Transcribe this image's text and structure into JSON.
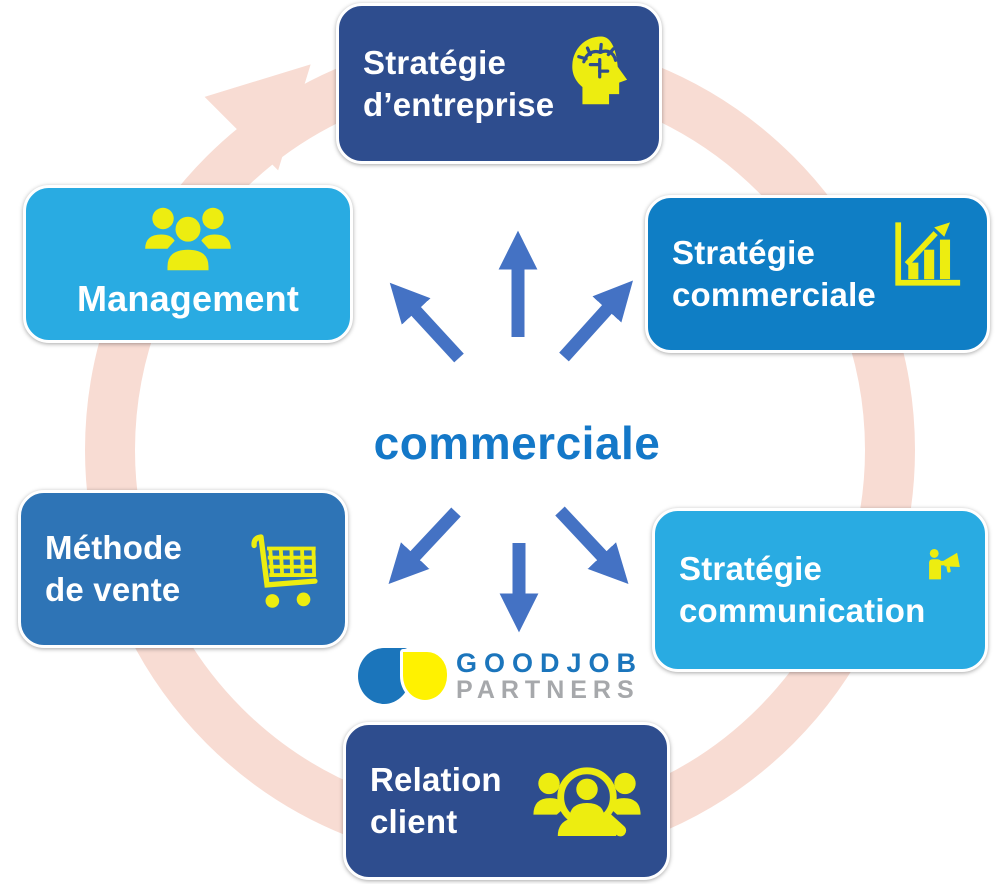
{
  "center": {
    "label": "commerciale"
  },
  "nodes": [
    {
      "id": "strategie-entreprise",
      "line1": "Stratégie",
      "line2": "d’entreprise",
      "icon": "brain-head-icon",
      "color": "#2e4d8e"
    },
    {
      "id": "strategie-commerciale",
      "line1": "Stratégie",
      "line2": "commerciale",
      "icon": "growth-chart-icon",
      "color": "#0f7ec5"
    },
    {
      "id": "strategie-communication",
      "line1": "Stratégie",
      "line2": "communication",
      "icon": "megaphone-person-icon",
      "color": "#29abe2"
    },
    {
      "id": "relation-client",
      "line1": "Relation",
      "line2": "client",
      "icon": "customer-search-icon",
      "color": "#2e4d8e"
    },
    {
      "id": "methode-de-vente",
      "line1": "Méthode",
      "line2": "de vente",
      "icon": "shopping-cart-icon",
      "color": "#2e74b6"
    },
    {
      "id": "management",
      "line1": "Management",
      "line2": "",
      "icon": "team-icon",
      "color": "#29abe2"
    }
  ],
  "logo": {
    "line1": "GOODJOB",
    "line2": "PARTNERS"
  },
  "colors": {
    "ring_pink": "#f8dcd3",
    "radial_arrow_blue": "#4472c4",
    "icon_yellow": "#eded10",
    "center_text_blue": "#1478c8",
    "logo_blue": "#1b75bc",
    "logo_gray": "#a6a8ab",
    "logo_yellow": "#fff200",
    "box_dark_navy": "#2e4d8e",
    "box_azure": "#0f7ec5",
    "box_sky": "#29abe2",
    "box_steel": "#2e74b6"
  }
}
